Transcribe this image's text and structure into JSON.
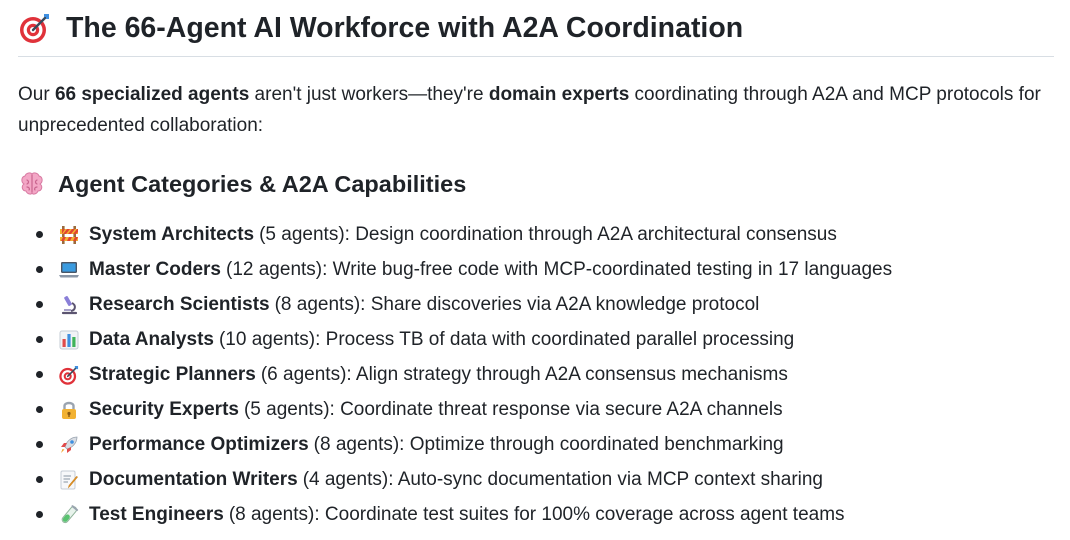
{
  "page": {
    "title": "The 66-Agent AI Workforce with A2A Coordination",
    "title_icon": "target-icon",
    "intro": {
      "text_1": "Our ",
      "bold_1": "66 specialized agents",
      "text_2": " aren't just workers—they're ",
      "bold_2": "domain experts",
      "text_3": " coordinating through A2A and MCP protocols for unprecedented collaboration:"
    },
    "section": {
      "heading": "Agent Categories & A2A Capabilities",
      "icon": "brain-icon",
      "items": [
        {
          "icon": "construction-icon",
          "name": "System Architects",
          "detail": "(5 agents): Design coordination through A2A architectural consensus"
        },
        {
          "icon": "laptop-icon",
          "name": "Master Coders",
          "detail": "(12 agents): Write bug-free code with MCP-coordinated testing in 17 languages"
        },
        {
          "icon": "microscope-icon",
          "name": "Research Scientists",
          "detail": "(8 agents): Share discoveries via A2A knowledge protocol"
        },
        {
          "icon": "bar-chart-icon",
          "name": "Data Analysts",
          "detail": "(10 agents): Process TB of data with coordinated parallel processing"
        },
        {
          "icon": "target-icon",
          "name": "Strategic Planners",
          "detail": "(6 agents): Align strategy through A2A consensus mechanisms"
        },
        {
          "icon": "lock-icon",
          "name": "Security Experts",
          "detail": "(5 agents): Coordinate threat response via secure A2A channels"
        },
        {
          "icon": "rocket-icon",
          "name": "Performance Optimizers",
          "detail": "(8 agents): Optimize through coordinated benchmarking"
        },
        {
          "icon": "memo-icon",
          "name": "Documentation Writers",
          "detail": "(4 agents): Auto-sync documentation via MCP context sharing"
        },
        {
          "icon": "test-tube-icon",
          "name": "Test Engineers",
          "detail": "(8 agents): Coordinate test suites for 100% coverage across agent teams"
        }
      ]
    }
  }
}
